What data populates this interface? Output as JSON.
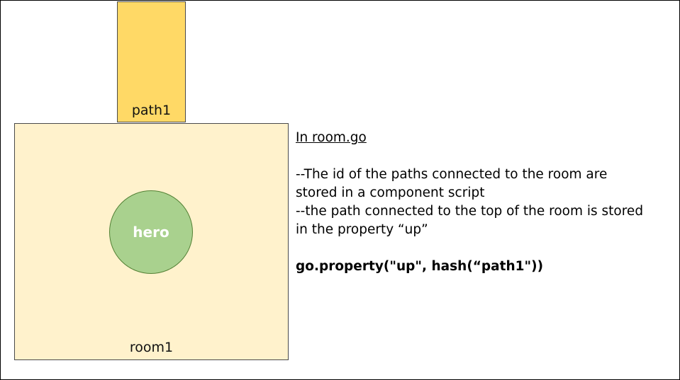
{
  "diagram": {
    "path1": {
      "label": "path1"
    },
    "room1": {
      "label": "room1"
    },
    "hero": {
      "label": "hero"
    }
  },
  "notes": {
    "title": "In room.go",
    "lines": [
      "--The id of the paths connected to the room are",
      "stored in a component script",
      "--the path connected to the top of the room is stored",
      "in the property “up”"
    ],
    "code": "go.property(\"up\", hash(“path1\"))"
  },
  "colors": {
    "path_fill": "#ffd966",
    "room_fill": "#fff2cc",
    "hero_fill": "#a9d18e",
    "hero_border": "#538135"
  }
}
